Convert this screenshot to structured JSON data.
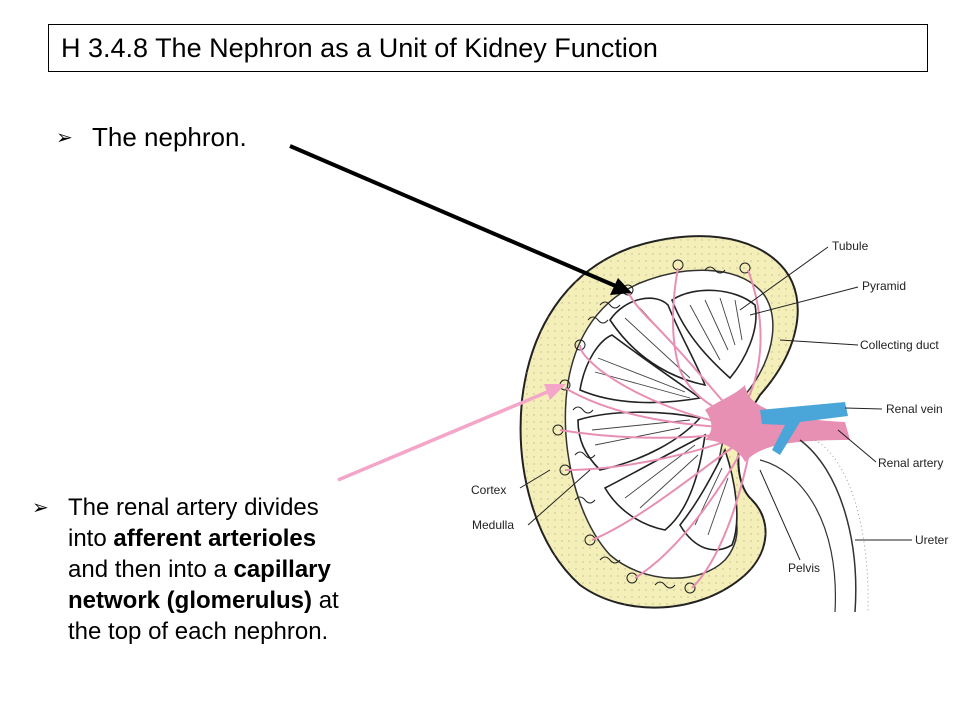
{
  "title": "H 3.4.8  The Nephron as a Unit of Kidney Function",
  "bullets": {
    "marker": "➢",
    "first": "The nephron.",
    "second": {
      "p1": "The renal artery divides",
      "p2": "into ",
      "p3": "afferent arterioles",
      "p4": "and then into a ",
      "p5": "capillary",
      "p6": "network (glomerulus)",
      "p7": " at",
      "p8": "the top of each nephron."
    }
  },
  "labels": {
    "tubule": "Tubule",
    "pyramid": "Pyramid",
    "collecting_duct": "Collecting duct",
    "renal_vein": "Renal vein",
    "renal_artery": "Renal artery",
    "cortex": "Cortex",
    "medulla": "Medulla",
    "pelvis": "Pelvis",
    "ureter": "Ureter"
  },
  "colors": {
    "cortex": "#f4efb8",
    "artery": "#e88fb4",
    "vein": "#4aa6d8",
    "pointer_black": "#000000",
    "pointer_pink": "#f4a6c8"
  }
}
